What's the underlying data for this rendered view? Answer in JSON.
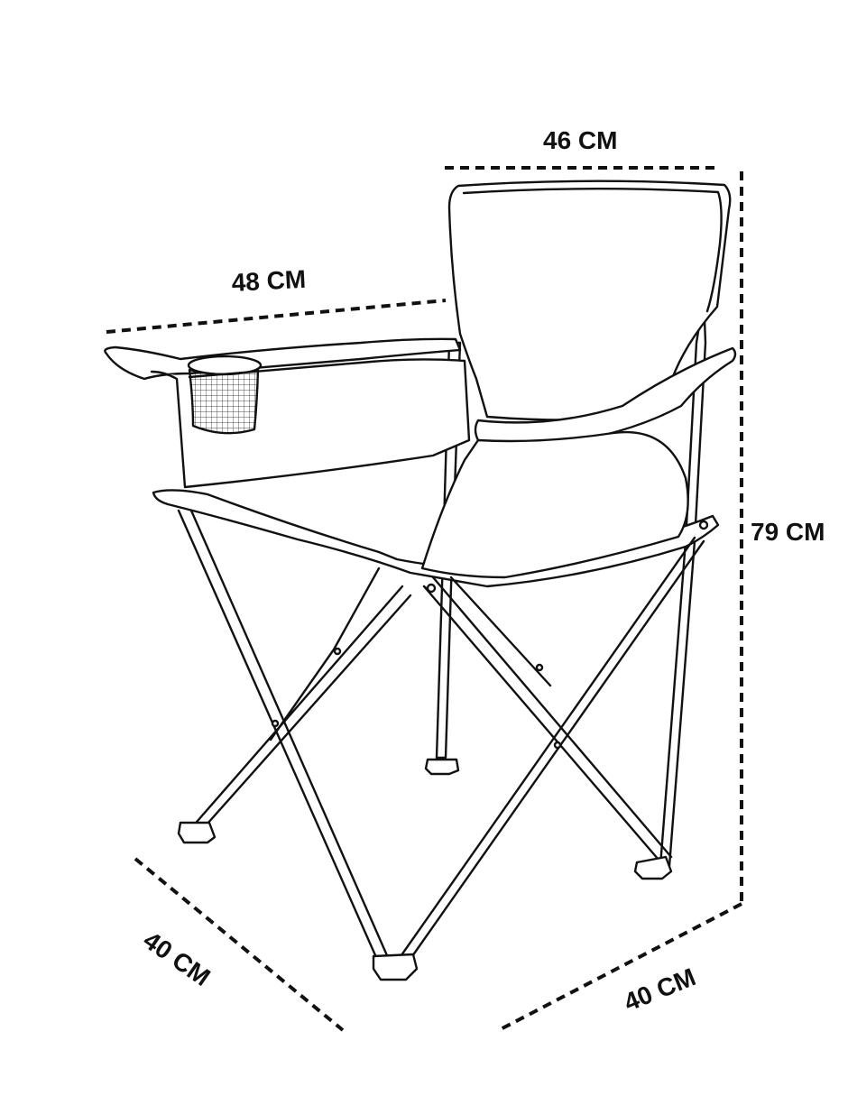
{
  "dimensions": {
    "backrest_width": "46 CM",
    "armrest_width": "48 CM",
    "height": "79 CM",
    "depth_left": "40 CM",
    "depth_right": "40 CM"
  },
  "colors": {
    "line": "#111111",
    "background": "#ffffff"
  },
  "icons": {
    "main": "folding-camping-chair-icon",
    "cup_holder": "mesh-cup-holder-icon"
  }
}
